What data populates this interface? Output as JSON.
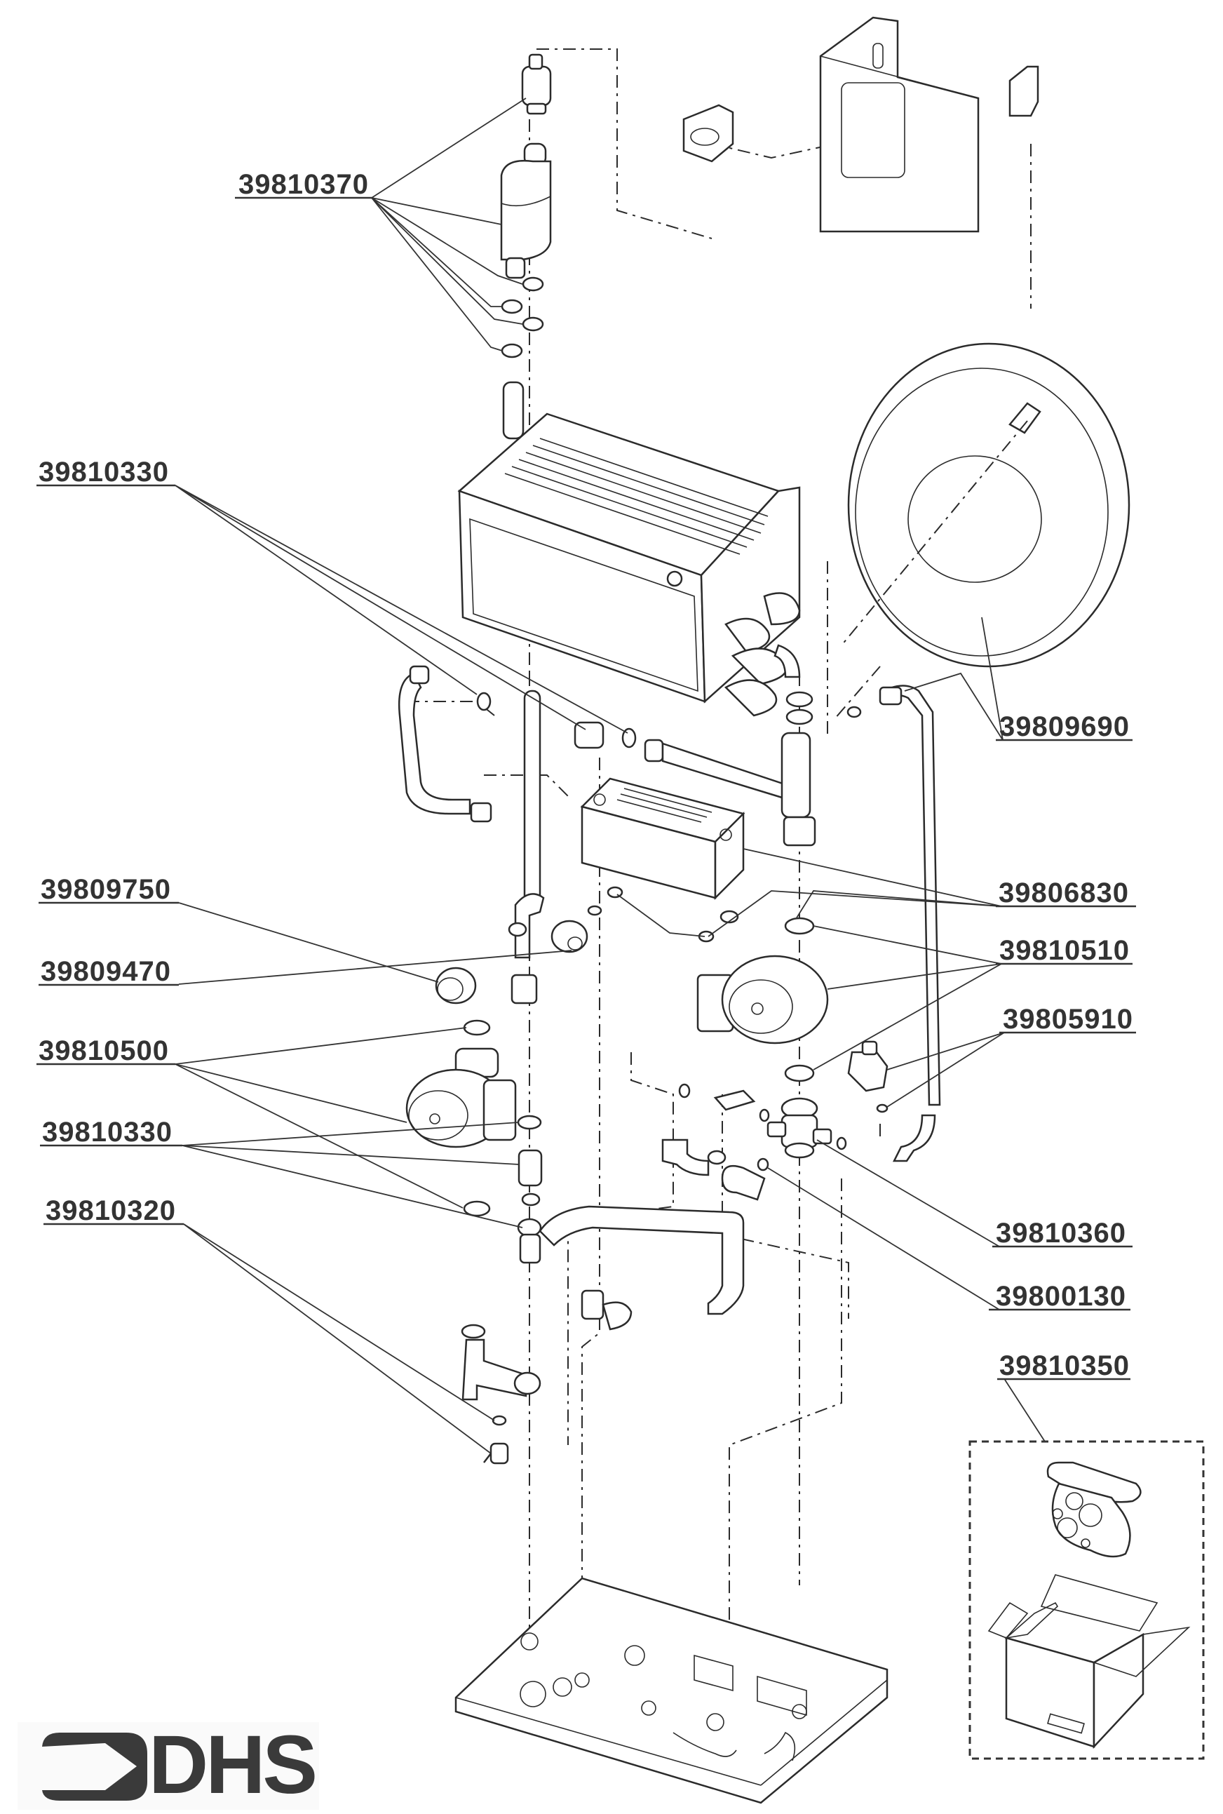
{
  "diagram": {
    "title": "Exploded parts diagram - hydraulic assembly",
    "brand": {
      "logo_text": "DHS",
      "logo_icon": "arrow-bracket-logo-icon",
      "color": "#3a3a3a"
    },
    "line_color": "#2b2b2b",
    "part_labels": [
      {
        "id": "p1",
        "number": "39810370",
        "describes": "automatic air vent, air separator and seal washers"
      },
      {
        "id": "p2",
        "number": "39810330",
        "describes": "seal washers / fittings near heat exchanger"
      },
      {
        "id": "p3",
        "number": "39809690",
        "describes": "expansion vessel"
      },
      {
        "id": "p4",
        "number": "39806830",
        "describes": "plate heat exchanger"
      },
      {
        "id": "p5",
        "number": "39810510",
        "describes": "circulation pump (right) and seals"
      },
      {
        "id": "p6",
        "number": "39805910",
        "describes": "safety valve and seal"
      },
      {
        "id": "p7",
        "number": "39809750",
        "describes": "pressure gauge"
      },
      {
        "id": "p8",
        "number": "39809470",
        "describes": "pressure sensor"
      },
      {
        "id": "p9",
        "number": "39810500",
        "describes": "circulation pump (left) and seals"
      },
      {
        "id": "p10",
        "number": "39810330",
        "describes": "seal washers / fittings lower"
      },
      {
        "id": "p11",
        "number": "39810360",
        "describes": "diverter valve body"
      },
      {
        "id": "p12",
        "number": "39800130",
        "describes": "filter cartridge"
      },
      {
        "id": "p13",
        "number": "39810350",
        "describes": "seal kit in box"
      },
      {
        "id": "p14",
        "number": "39810320",
        "describes": "drain valve and seal"
      }
    ],
    "components": [
      "air-vent",
      "air-separator",
      "main-heat-exchanger",
      "mounting-bracket",
      "bracket-clip",
      "expansion-vessel",
      "plate-heat-exchanger",
      "left-pump",
      "right-pump",
      "pressure-gauge",
      "pressure-sensor",
      "diverter-valve",
      "safety-valve",
      "filter",
      "drain-valve",
      "base-plate",
      "seal-kit-box"
    ]
  }
}
